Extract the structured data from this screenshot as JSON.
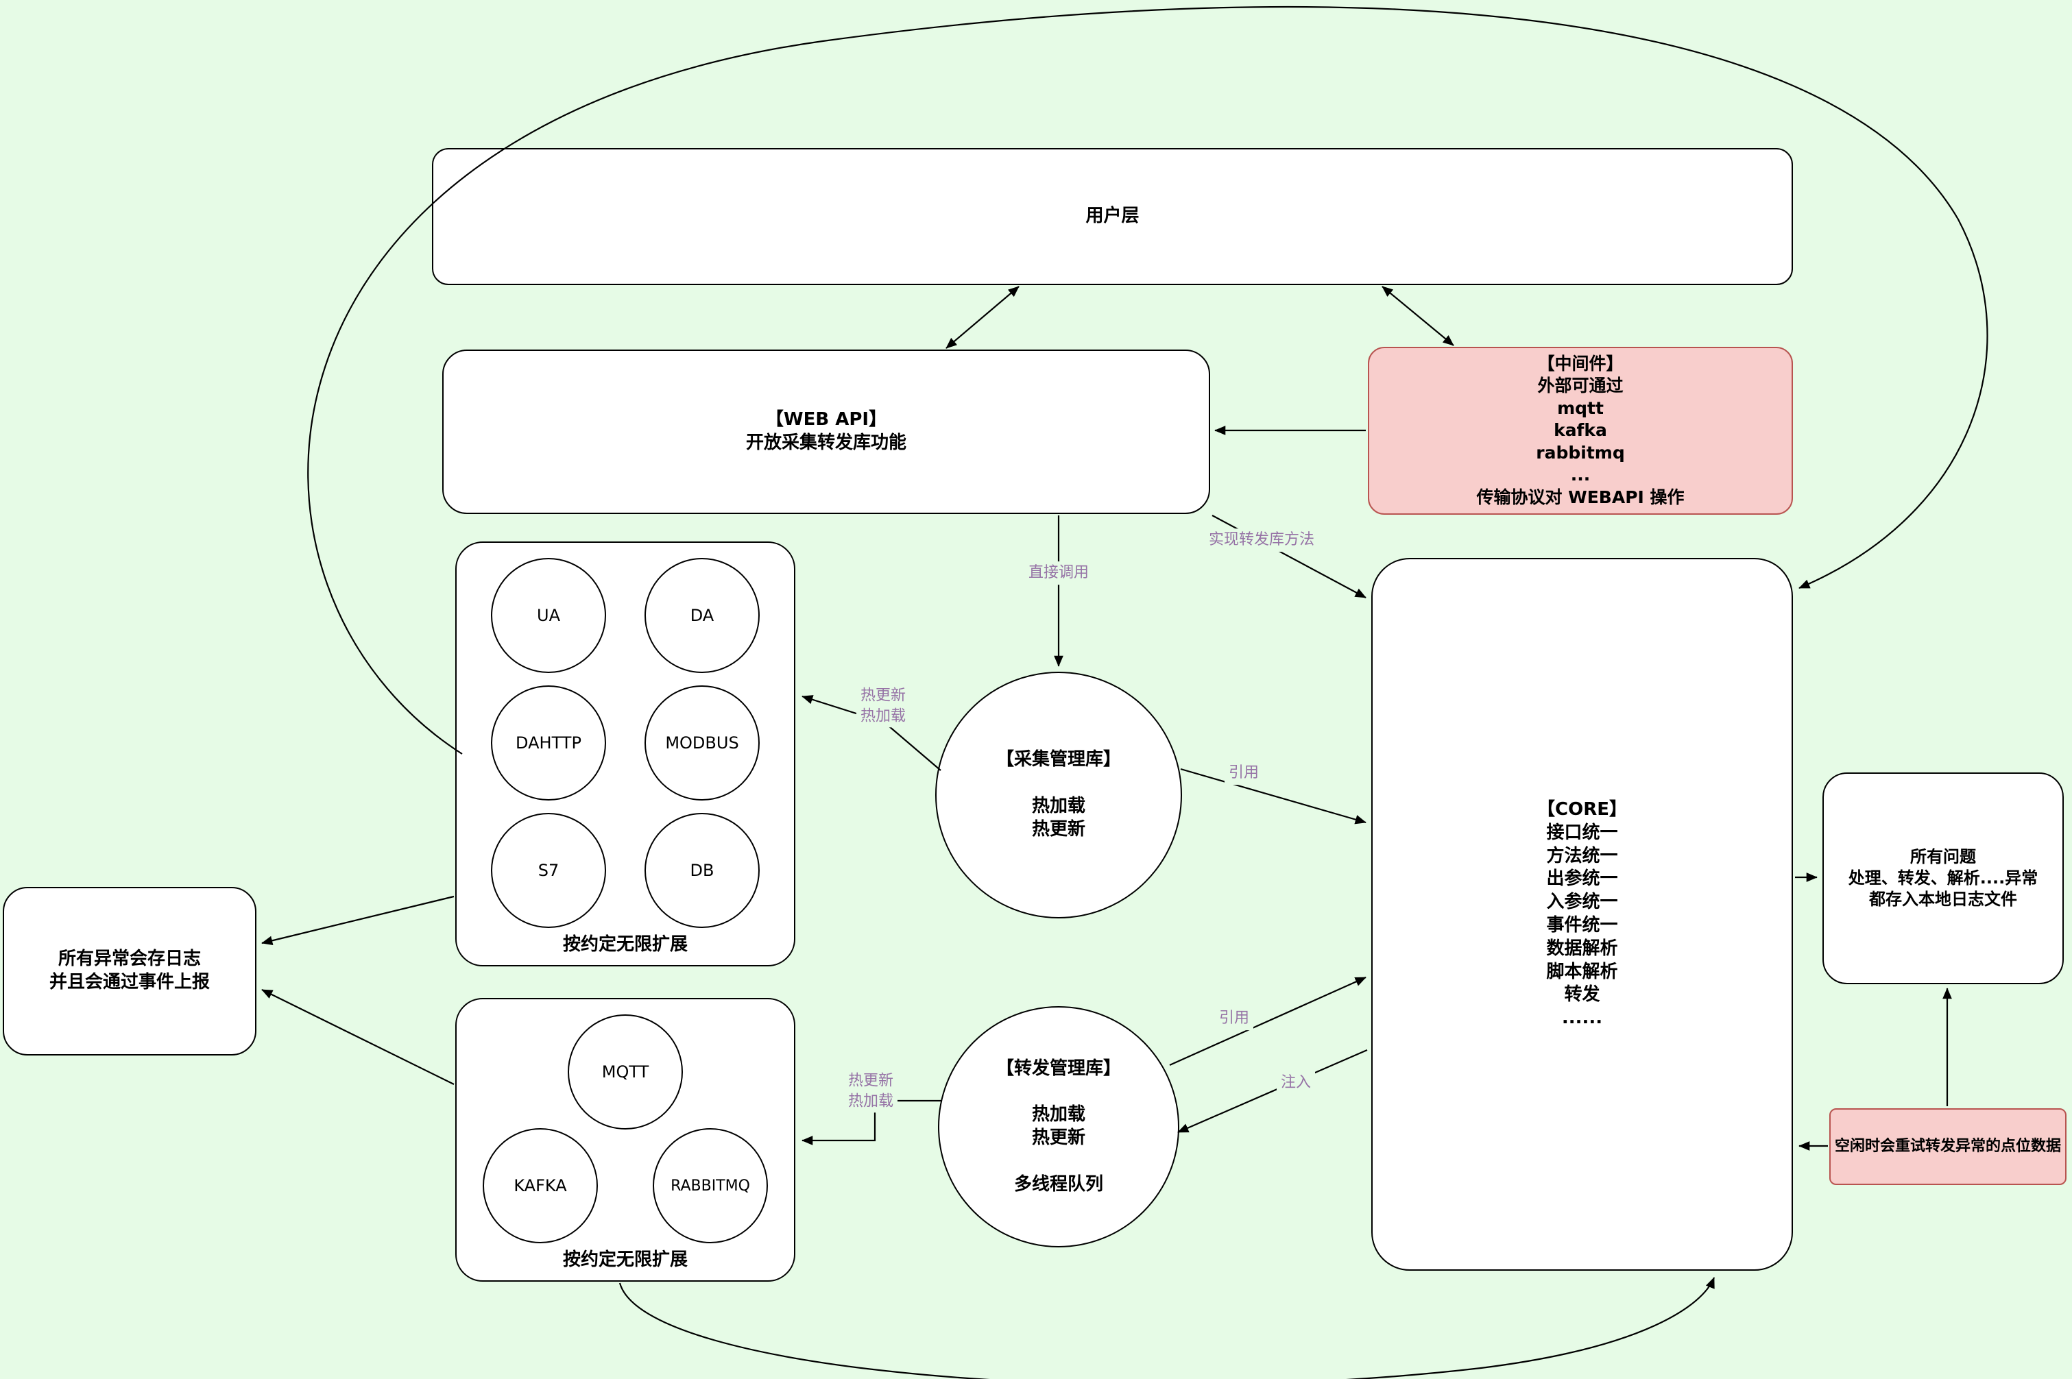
{
  "canvas": {
    "background": "#e6fbe6"
  },
  "colors": {
    "node_fill": "#ffffff",
    "node_border": "#000000",
    "pink_fill": "#f8cecc",
    "pink_border": "#b85450",
    "edge_label_color": "#9673a6",
    "edge_color": "#000000"
  },
  "nodes": {
    "user_layer": {
      "label": "用户层"
    },
    "web_api": {
      "label": "【WEB API】\n开放采集转发库功能"
    },
    "middleware": {
      "label": "【中间件】\n外部可通过\nmqtt\nkafka\nrabbitmq\n...\n传输协议对 WEBAPI 操作"
    },
    "collect_plugins": {
      "caption": "按约定无限扩展",
      "items": [
        "UA",
        "DA",
        "DAHTTP",
        "MODBUS",
        "S7",
        "DB"
      ]
    },
    "collect_manager": {
      "label": "【采集管理库】\n\n热加载\n热更新"
    },
    "core": {
      "label": "【CORE】\n接口统一\n方法统一\n出参统一\n入参统一\n事件统一\n数据解析\n脚本解析\n转发\n......"
    },
    "forward_plugins": {
      "caption": "按约定无限扩展",
      "items": [
        "MQTT",
        "KAFKA",
        "RABBITMQ"
      ]
    },
    "forward_manager": {
      "label": "【转发管理库】\n\n热加载\n热更新\n\n多线程队列"
    },
    "exception_log": {
      "label": "所有异常会存日志\n并且会通过事件上报"
    },
    "local_log": {
      "label": "所有问题\n处理、转发、解析....异常\n都存入本地日志文件"
    },
    "retry": {
      "label": "空闲时会重试转发异常的点位数据"
    }
  },
  "edge_labels": {
    "direct_call": "直接调用",
    "impl_forward": "实现转发库方法",
    "ref_collect": "引用",
    "hot_collect": "热更新\n热加载",
    "ref_forward": "引用",
    "inject": "注入",
    "hot_forward": "热更新\n热加载"
  }
}
